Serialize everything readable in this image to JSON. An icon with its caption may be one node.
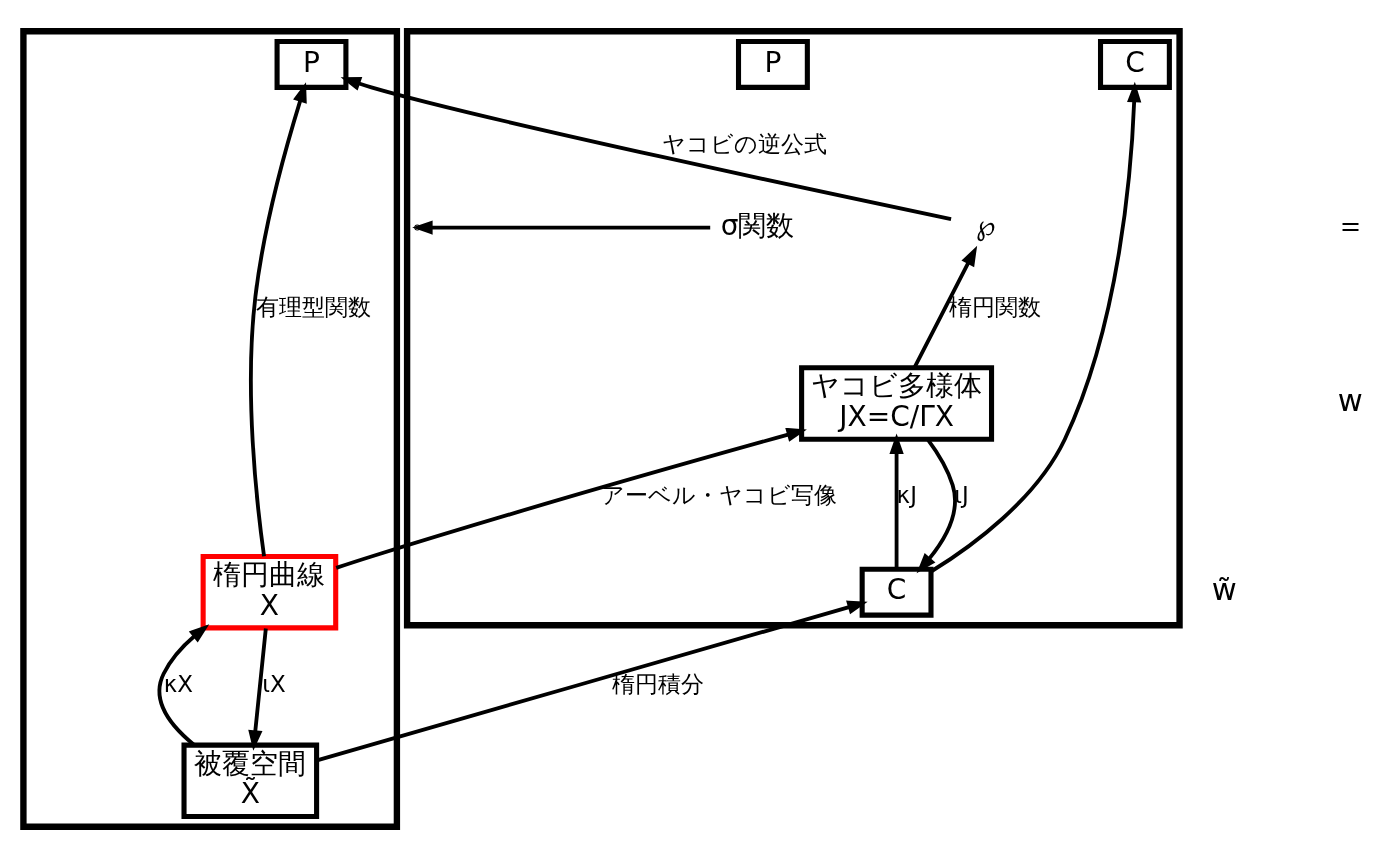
{
  "diagram": {
    "nodes": [
      {
        "text": [],
        "shape": "box"
      },
      {
        "text": [
          "P"
        ],
        "in": 0
      },
      {
        "text": [
          "楕円曲線",
          "X"
        ],
        "in": 0
      },
      {
        "text": [
          "被覆空間",
          "X̃"
        ],
        "in": 0
      },
      {
        "text": [],
        "shape": "box"
      },
      {
        "text": [
          "P"
        ],
        "in": 4
      },
      {
        "text": [
          "C"
        ],
        "in": 4
      },
      {
        "text": [
          "ヤコビ多様体",
          "JX=C/ΓX"
        ],
        "in": 4
      },
      {
        "text": [
          "C"
        ],
        "in": 4
      },
      {
        "text": [
          "℘"
        ],
        "in": 4
      },
      {
        "text": [
          "σ関数"
        ],
        "in": 4
      }
    ],
    "edges": [
      {
        "from": 2,
        "to": 1,
        "arrow": "to",
        "label": "有理型関数"
      },
      {
        "from": 9,
        "to": 1,
        "arrow": "to",
        "label": "ヤコビの逆公式"
      },
      {
        "from": 7,
        "to": 9,
        "arrow": "to",
        "label": "楕円関数"
      },
      {
        "from": 10,
        "to": null,
        "arrow": "to"
      },
      {
        "from": 2,
        "to": 7,
        "arrow": "to",
        "label": "アーベル・ヤコビ写像"
      },
      {
        "from": 3,
        "to": 2,
        "arrow": "to",
        "label": "κX"
      },
      {
        "from": 2,
        "to": 3,
        "arrow": "to",
        "label": "ιX"
      },
      {
        "from": 3,
        "to": 8,
        "arrow": "to",
        "label": "楕円積分"
      },
      {
        "from": 8,
        "to": 7,
        "arrow": "to",
        "label": "κJ"
      },
      {
        "from": 7,
        "to": 8,
        "arrow": "to",
        "label": "ιJ"
      },
      {
        "from": 8,
        "to": 6,
        "arrow": "to"
      }
    ],
    "labels": [
      "＝",
      "w",
      "w̃"
    ]
  }
}
